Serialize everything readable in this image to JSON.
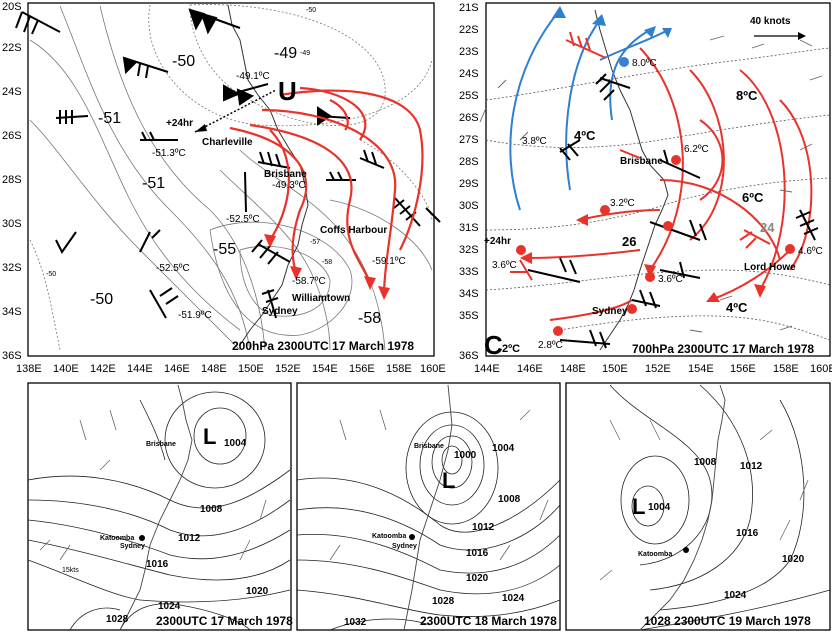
{
  "panel_200": {
    "lat_labels": [
      "20S",
      "22S",
      "24S",
      "26S",
      "28S",
      "30S",
      "32S",
      "34S",
      "36S"
    ],
    "lon_labels": [
      "138E",
      "140E",
      "142E",
      "144E",
      "146E",
      "148E",
      "150E",
      "152E",
      "154E",
      "156E",
      "158E",
      "160E"
    ],
    "isotherms": [
      "-50",
      "-49",
      "-51",
      "-51",
      "-55",
      "-50",
      "-58"
    ],
    "contour_small_labels": [
      "-50",
      "-49",
      "-57",
      "-58",
      "-50"
    ],
    "stations": [
      "Charleville",
      "Brisbane",
      "Coffs Harbour",
      "Williamtown",
      "Sydney"
    ],
    "temps": [
      "-49.1ºC",
      "-51.3ºC",
      "-49.3ºC",
      "-52.5ºC",
      "-52.5ºC",
      "-58.7ºC",
      "-59.1ºC",
      "-51.9ºC"
    ],
    "center": "U",
    "forecast": "+24hr",
    "caption": "200hPa 2300UTC 17 March 1978"
  },
  "panel_700": {
    "lat_labels": [
      "21S",
      "22S",
      "23S",
      "24S",
      "25S",
      "26S",
      "27S",
      "28S",
      "29S",
      "30S",
      "31S",
      "32S",
      "33S",
      "34S",
      "35S",
      "36S"
    ],
    "lon_labels": [
      "144E",
      "146E",
      "148E",
      "150E",
      "152E",
      "154E",
      "156E",
      "158E",
      "160E"
    ],
    "legend": "40 knots",
    "isotherms": [
      "8ºC",
      "4ºC",
      "6ºC",
      "4ºC"
    ],
    "stations": [
      "Brisbane",
      "Sydney",
      "Lord Howe"
    ],
    "temps": [
      "8.0ºC",
      "3.8ºC",
      "6.2ºC",
      "3.2ºC",
      "3.6ºC",
      "3.6ºC",
      "4.6ºC",
      "2.8ºC"
    ],
    "extra_labels": [
      "26",
      "24"
    ],
    "center": "C",
    "center_temp": "2ºC",
    "forecast": "+24hr",
    "caption": "700hPa 2300UTC 17 March 1978"
  },
  "msl_1": {
    "low": "L",
    "isobars": [
      "1004",
      "1008",
      "1012",
      "1016",
      "1020",
      "1024",
      "1028"
    ],
    "places": [
      "Brisbane",
      "Katoomba",
      "Sydney"
    ],
    "wind_legend": "15kts",
    "caption": "2300UTC 17 March 1978"
  },
  "msl_2": {
    "low": "L",
    "isobars": [
      "1000",
      "1004",
      "1008",
      "1012",
      "1016",
      "1020",
      "1024",
      "1028",
      "1032"
    ],
    "places": [
      "Brisbane",
      "Katoomba",
      "Sydney"
    ],
    "caption": "2300UTC 18 March 1978"
  },
  "msl_3": {
    "low": "L",
    "isobars": [
      "1004",
      "1008",
      "1012",
      "1016",
      "1020",
      "1024"
    ],
    "places": [
      "Katoomba"
    ],
    "caption": "1028 2300UTC 19 March 1978"
  },
  "colors": {
    "red": "#e8322a",
    "blue": "#2f7fd0",
    "dot_blue": "#3a7fd0"
  }
}
